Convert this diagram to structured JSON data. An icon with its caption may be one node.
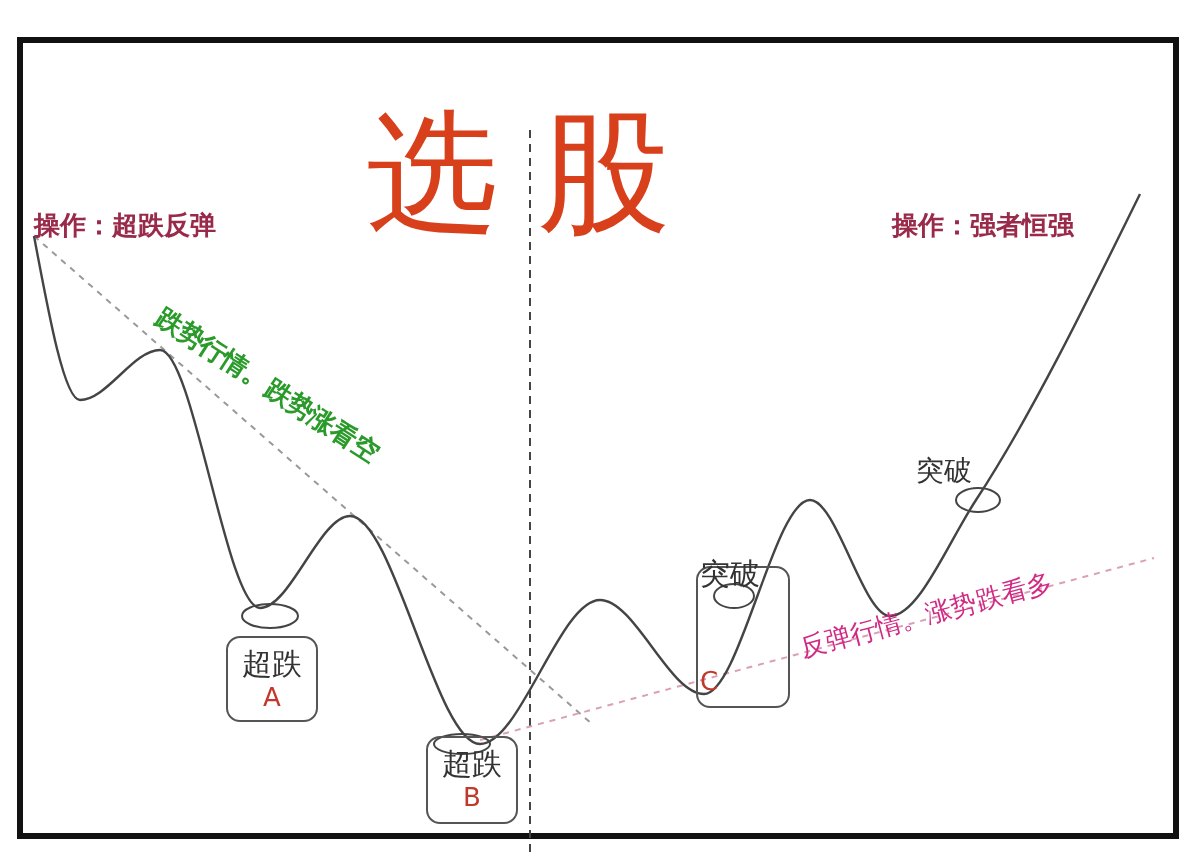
{
  "diagram": {
    "title": "选股",
    "nodes": [
      {
        "text": [
          "超跌",
          "A"
        ]
      },
      {
        "text": [
          "超跌",
          "B"
        ]
      },
      {
        "text": [
          "突破",
          "C"
        ]
      }
    ],
    "labels": [
      "操作：超跌反弹",
      "跌势行情。跌势涨看空",
      "操作：强者恒强",
      "突破",
      "反弹行情。涨势跌看多"
    ]
  }
}
